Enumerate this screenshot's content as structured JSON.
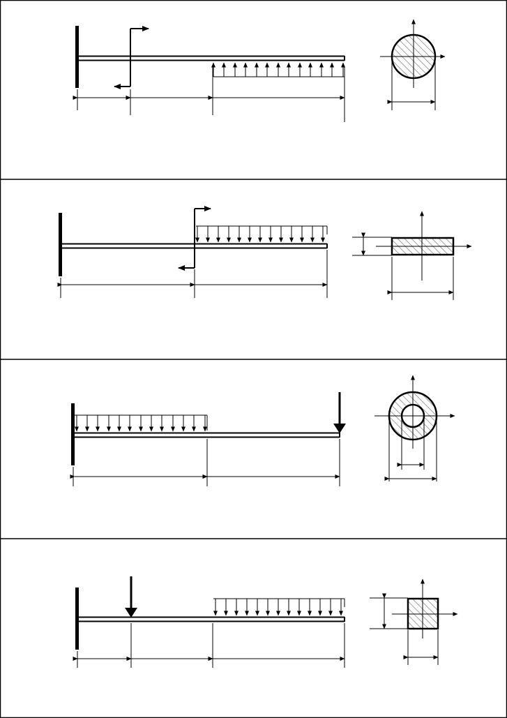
{
  "sheet": {
    "panel_count": 4,
    "line_color": "#000000",
    "hatch_color": "#7a7a7a",
    "background": "#ffffff"
  },
  "panels": [
    {
      "id": 1,
      "support": "fixed-wall-left",
      "load": "distributed-upward",
      "section_marker": "cut-with-arrows",
      "cross_section": "solid-circle",
      "segments": 3
    },
    {
      "id": 2,
      "support": "fixed-wall-left",
      "load": "distributed-downward",
      "section_marker": "cut-with-arrows",
      "cross_section": "rectangle",
      "segments": 2
    },
    {
      "id": 3,
      "support": "fixed-wall-left",
      "load": "distributed-downward-and-point-force",
      "section_marker": "none",
      "cross_section": "hollow-circle",
      "segments": 2
    },
    {
      "id": 4,
      "support": "fixed-wall-left",
      "load": "point-force-and-distributed-downward",
      "section_marker": "none",
      "cross_section": "square",
      "segments": 3
    }
  ]
}
